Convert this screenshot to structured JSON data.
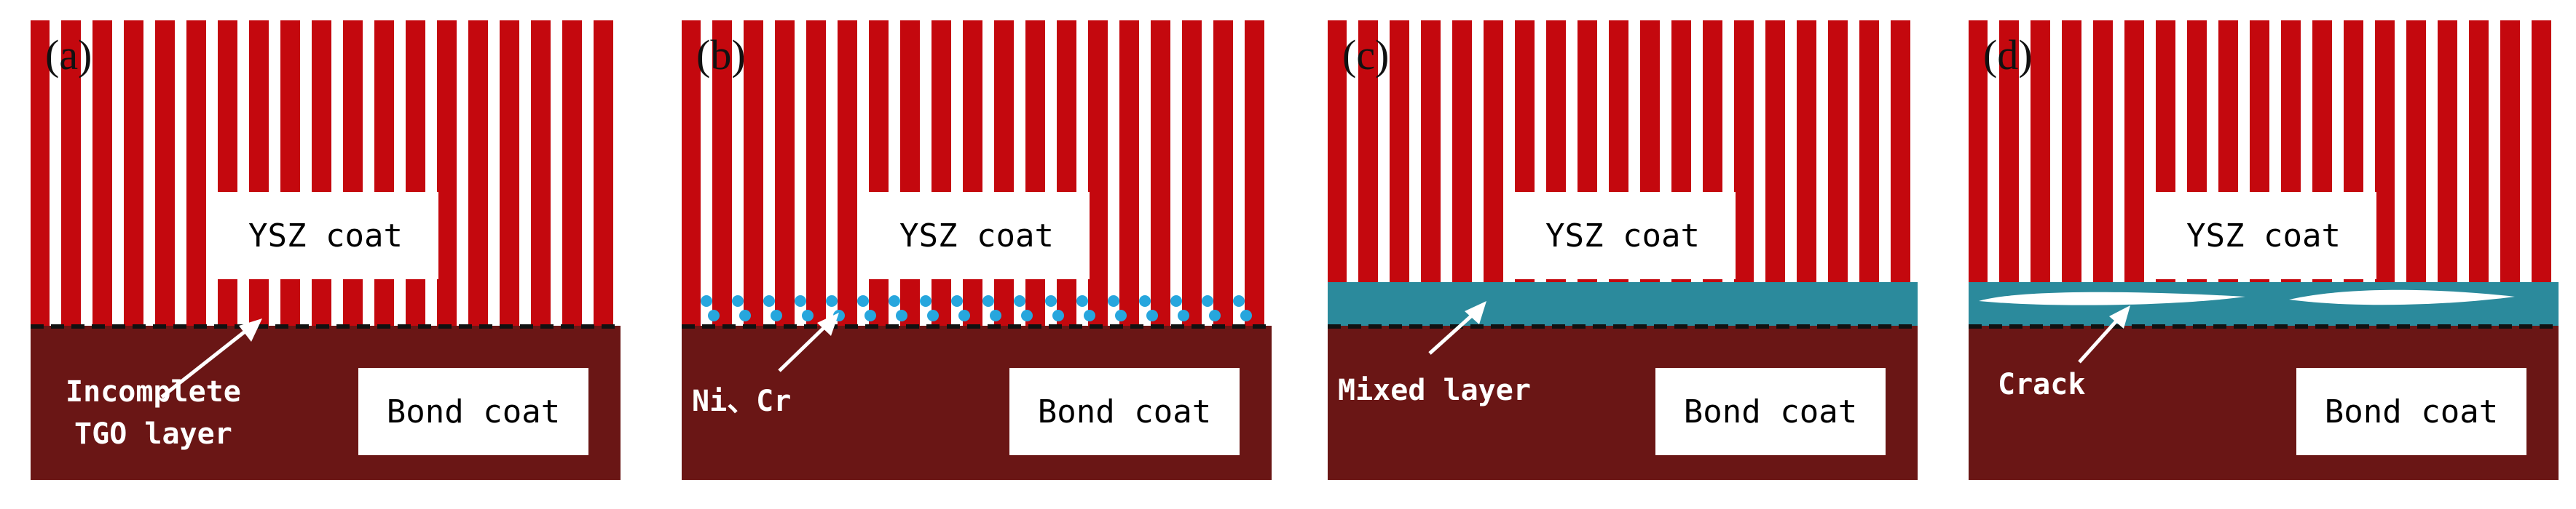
{
  "colors": {
    "stripe_red": "#c4080e",
    "stripe_white": "#ffffff",
    "bond_coat": "#6a1615",
    "mixed_layer": "#2b8a9c",
    "ni_cr_dots": "#27a6dd",
    "interface_line": "#111111"
  },
  "panels": [
    {
      "label": "(a)",
      "ysz": "YSZ coat",
      "bond": "Bond coat",
      "note": [
        "Incomplete",
        "TGO layer"
      ]
    },
    {
      "label": "(b)",
      "ysz": "YSZ coat",
      "bond": "Bond coat",
      "note": [
        "Ni、Cr"
      ]
    },
    {
      "label": "(c)",
      "ysz": "YSZ coat",
      "bond": "Bond coat",
      "note": [
        "Mixed layer"
      ]
    },
    {
      "label": "(d)",
      "ysz": "YSZ coat",
      "bond": "Bond coat",
      "note": [
        "Crack"
      ]
    }
  ]
}
